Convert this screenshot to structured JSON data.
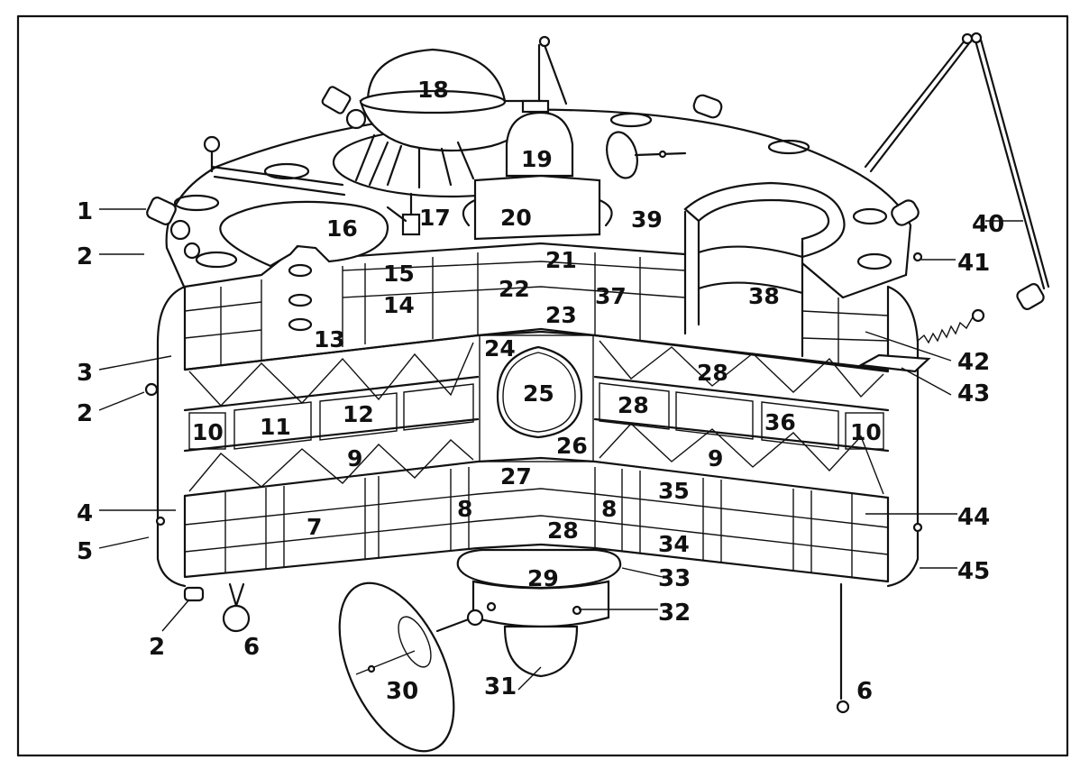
{
  "diagram": {
    "subject": "spacecraft cutaway line drawing",
    "stroke_color": "#111111",
    "background_color": "#ffffff",
    "external_callouts": [
      {
        "id": "c1",
        "text": "1"
      },
      {
        "id": "c2a",
        "text": "2"
      },
      {
        "id": "c3",
        "text": "3"
      },
      {
        "id": "c2b",
        "text": "2"
      },
      {
        "id": "c4",
        "text": "4"
      },
      {
        "id": "c5",
        "text": "5"
      },
      {
        "id": "c2c",
        "text": "2"
      },
      {
        "id": "c6a",
        "text": "6"
      },
      {
        "id": "c30",
        "text": "30"
      },
      {
        "id": "c31",
        "text": "31"
      },
      {
        "id": "c32",
        "text": "32"
      },
      {
        "id": "c33",
        "text": "33"
      },
      {
        "id": "c6b",
        "text": "6"
      },
      {
        "id": "c40",
        "text": "40"
      },
      {
        "id": "c41",
        "text": "41"
      },
      {
        "id": "c42",
        "text": "42"
      },
      {
        "id": "c43",
        "text": "43"
      },
      {
        "id": "c44",
        "text": "44"
      },
      {
        "id": "c45",
        "text": "45"
      }
    ],
    "internal_labels": [
      {
        "id": "l7",
        "text": "7"
      },
      {
        "id": "l8a",
        "text": "8"
      },
      {
        "id": "l8b",
        "text": "8"
      },
      {
        "id": "l9a",
        "text": "9"
      },
      {
        "id": "l9b",
        "text": "9"
      },
      {
        "id": "l10a",
        "text": "10"
      },
      {
        "id": "l10b",
        "text": "10"
      },
      {
        "id": "l11",
        "text": "11"
      },
      {
        "id": "l12",
        "text": "12"
      },
      {
        "id": "l13",
        "text": "13"
      },
      {
        "id": "l14",
        "text": "14"
      },
      {
        "id": "l15",
        "text": "15"
      },
      {
        "id": "l16",
        "text": "16"
      },
      {
        "id": "l17",
        "text": "17"
      },
      {
        "id": "l18",
        "text": "18"
      },
      {
        "id": "l19",
        "text": "19"
      },
      {
        "id": "l20",
        "text": "20"
      },
      {
        "id": "l21",
        "text": "21"
      },
      {
        "id": "l22",
        "text": "22"
      },
      {
        "id": "l23",
        "text": "23"
      },
      {
        "id": "l24",
        "text": "24"
      },
      {
        "id": "l25",
        "text": "25"
      },
      {
        "id": "l26",
        "text": "26"
      },
      {
        "id": "l27",
        "text": "27"
      },
      {
        "id": "l28a",
        "text": "28"
      },
      {
        "id": "l28b",
        "text": "28"
      },
      {
        "id": "l28c",
        "text": "28"
      },
      {
        "id": "l29",
        "text": "29"
      },
      {
        "id": "l34",
        "text": "34"
      },
      {
        "id": "l35",
        "text": "35"
      },
      {
        "id": "l36",
        "text": "36"
      },
      {
        "id": "l37",
        "text": "37"
      },
      {
        "id": "l38",
        "text": "38"
      },
      {
        "id": "l39",
        "text": "39"
      }
    ]
  }
}
